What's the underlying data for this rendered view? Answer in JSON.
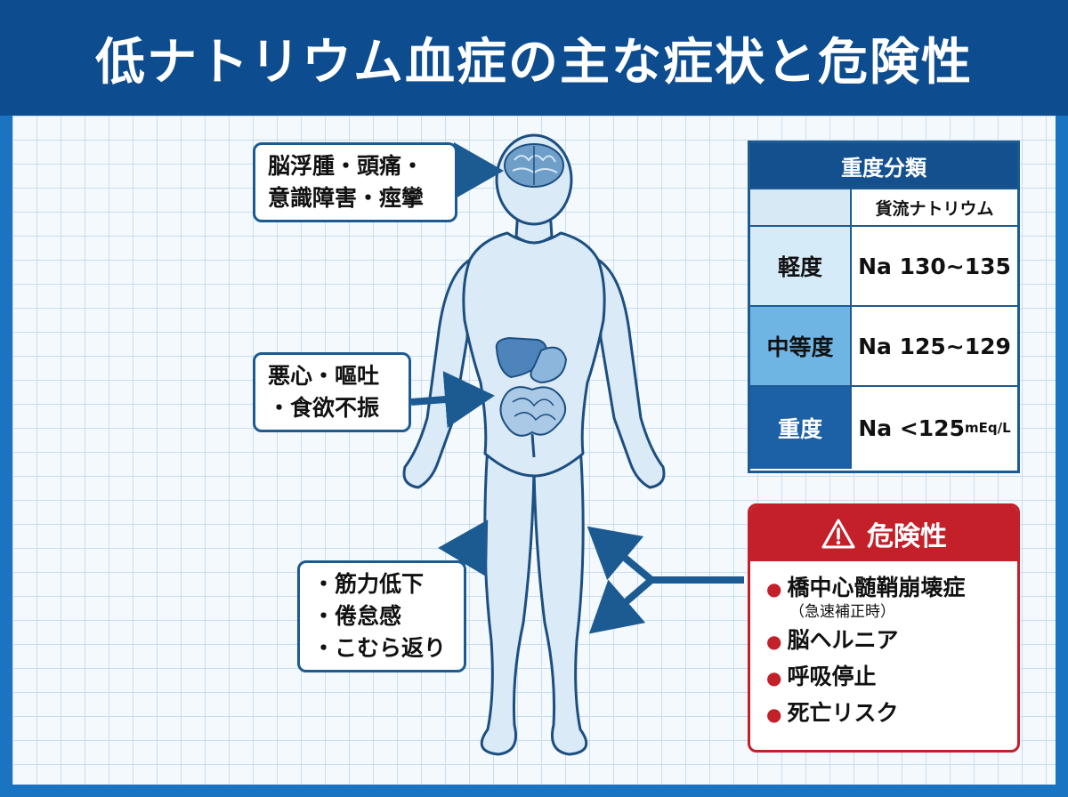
{
  "title": "低ナトリウム血症の主な症状と危険性",
  "callouts": {
    "head": [
      "脳浮腫・頭痛・",
      "意識障害・痙攣"
    ],
    "abdomen": [
      "悪心・嘔吐",
      "・食欲不振"
    ],
    "legs": [
      "・筋力低下",
      "・倦怠感",
      "・こむら返り"
    ]
  },
  "severity": {
    "title": "重度分類",
    "column_header": "貨流ナトリウム",
    "rows": [
      {
        "level": "軽度",
        "value": "Na 130~135"
      },
      {
        "level": "中等度",
        "value": "Na 125~129"
      },
      {
        "level": "重度",
        "value": "Na <125",
        "unit": "mEq/L"
      }
    ]
  },
  "danger": {
    "title": "危険性",
    "items": [
      {
        "text": "橋中心髄鞘崩壊症",
        "note": "（急速補正時）"
      },
      {
        "text": "脳ヘルニア"
      },
      {
        "text": "呼吸停止"
      },
      {
        "text": "死亡リスク"
      }
    ]
  },
  "colors": {
    "header": "#0d4d8f",
    "frame": "#1b74c2",
    "arrow": "#1c5a92",
    "danger": "#c3202a",
    "body_fill": "#dbeaf7"
  },
  "icons": [
    "warning-icon",
    "brain-icon",
    "stomach-icon",
    "intestine-icon",
    "arrow-icon"
  ]
}
